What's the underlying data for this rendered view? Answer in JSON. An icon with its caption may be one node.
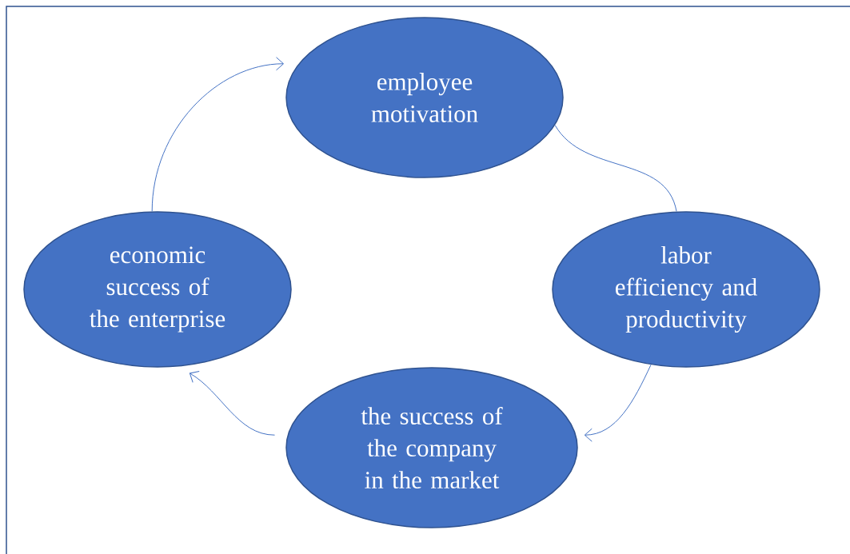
{
  "diagram": {
    "nodes": [
      {
        "text": [
          "employee motivation"
        ]
      },
      {
        "text": [
          "labor efficiency and productivity"
        ]
      },
      {
        "text": [
          "the success of the company in the market"
        ]
      },
      {
        "text": [
          "economic success of the enterprise"
        ]
      }
    ],
    "edges": [
      {
        "from": 0,
        "to": 1,
        "arrow": "none"
      },
      {
        "from": 1,
        "to": 2,
        "arrow": "to"
      },
      {
        "from": 2,
        "to": 3,
        "arrow": "to"
      },
      {
        "from": 3,
        "to": 0,
        "arrow": "to"
      }
    ]
  }
}
